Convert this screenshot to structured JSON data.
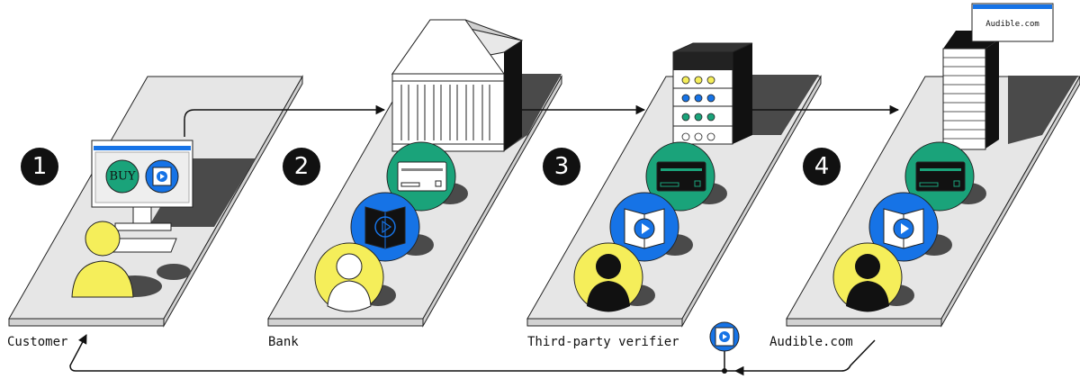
{
  "steps": [
    {
      "number": "1",
      "label": "Customer"
    },
    {
      "number": "2",
      "label": "Bank"
    },
    {
      "number": "3",
      "label": "Third-party verifier"
    },
    {
      "number": "4",
      "label": "Audible.com"
    }
  ],
  "monitor": {
    "buy_label": "BUY"
  },
  "website_window": {
    "text": "Audible.com"
  },
  "colors": {
    "green": "#1aa37a",
    "blue": "#1673e6",
    "yellow": "#f5ee5a",
    "shadow": "#4a4a4a",
    "platform": "#e6e6e6",
    "number_badge": "#111111"
  }
}
